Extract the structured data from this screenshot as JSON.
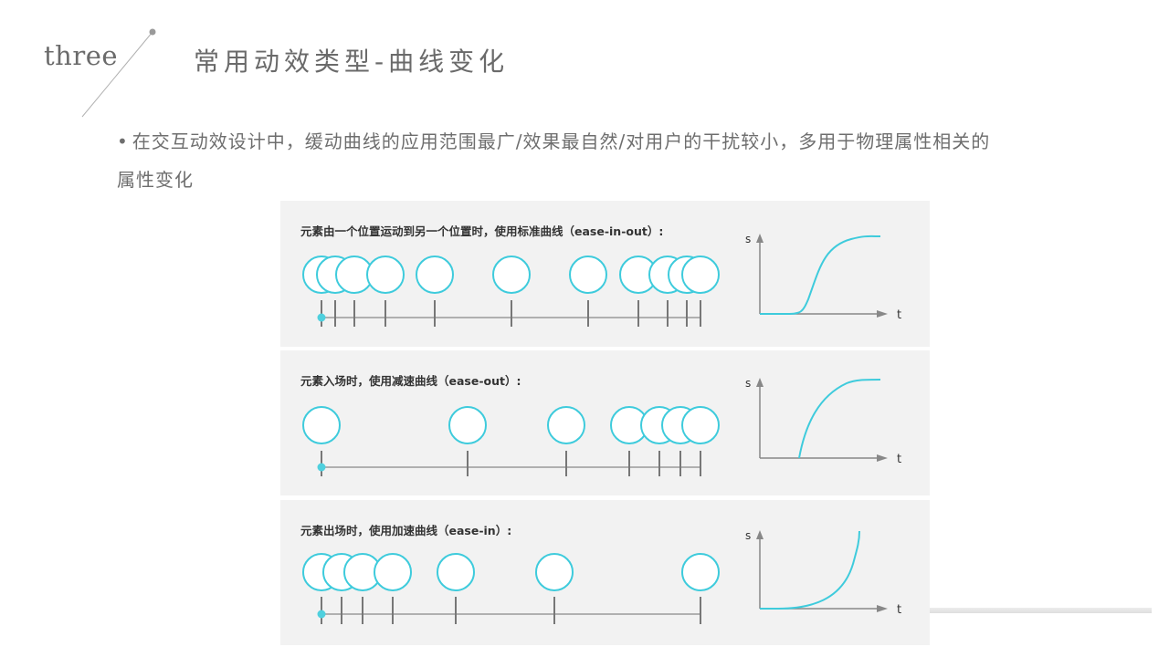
{
  "header": {
    "section_number": "three",
    "title": "常用动效类型-曲线变化"
  },
  "intro": {
    "bullet": "•",
    "text": "在交互动效设计中，缓动曲线的应用范围最广/效果最自然/对用户的干扰较小，多用于物理属性相关的属性变化"
  },
  "colors": {
    "accent": "#3ecbdc",
    "axis": "#888888",
    "panel_bg": "#f2f2f2",
    "text": "#6e6e6e"
  },
  "panels": [
    {
      "label": "元素由一个位置运动到另一个位置时，使用标准曲线（ease-in-out）:",
      "easing": "ease-in-out",
      "positions": [
        352,
        367,
        388,
        422,
        476,
        560,
        644,
        699,
        731,
        752,
        767
      ],
      "axis_labels": {
        "y": "s",
        "x": "t"
      }
    },
    {
      "label": "元素入场时，使用减速曲线（ease-out）:",
      "easing": "ease-out",
      "positions": [
        352,
        512,
        620,
        689,
        722,
        745,
        767
      ],
      "axis_labels": {
        "y": "s",
        "x": "t"
      }
    },
    {
      "label": "元素出场时，使用加速曲线（ease-in）:",
      "easing": "ease-in",
      "positions": [
        352,
        374,
        397,
        430,
        499,
        607,
        767
      ],
      "axis_labels": {
        "y": "s",
        "x": "t"
      }
    }
  ],
  "chart_data": [
    {
      "type": "line",
      "title": "ease-in-out",
      "xlabel": "t",
      "ylabel": "s",
      "x": [
        0,
        0.2,
        0.3,
        0.4,
        0.5,
        0.6,
        0.7,
        0.8,
        1.0
      ],
      "values": [
        0,
        0.01,
        0.08,
        0.35,
        0.65,
        0.85,
        0.95,
        1.0,
        1.0
      ]
    },
    {
      "type": "line",
      "title": "ease-out",
      "xlabel": "t",
      "ylabel": "s",
      "x": [
        0.3,
        0.4,
        0.5,
        0.6,
        0.7,
        0.8,
        1.0
      ],
      "values": [
        0,
        0.45,
        0.72,
        0.88,
        0.97,
        1.0,
        1.0
      ]
    },
    {
      "type": "line",
      "title": "ease-in",
      "xlabel": "t",
      "ylabel": "s",
      "x": [
        0,
        0.2,
        0.4,
        0.55,
        0.65,
        0.72,
        0.75
      ],
      "values": [
        0,
        0.01,
        0.05,
        0.15,
        0.35,
        0.65,
        1.0
      ]
    }
  ]
}
